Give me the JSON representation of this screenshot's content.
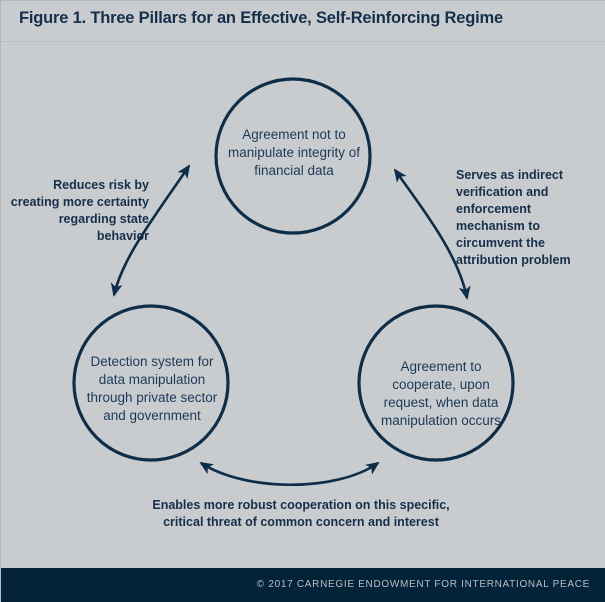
{
  "header": {
    "title": "Figure 1. Three Pillars for an Effective, Self-Reinforcing Regime"
  },
  "colors": {
    "background": "#c9ccce",
    "navy": "#0d2d49",
    "node_text": "#1b3a58",
    "annotation": "#16304b",
    "footer_bg": "#032338",
    "footer_text": "#b7bfc6"
  },
  "diagram": {
    "type": "cycle",
    "nodes": [
      {
        "id": "top",
        "label": "Agreement not to manipulate integrity of financial data"
      },
      {
        "id": "left",
        "label": "Detection system for data manipulation through private sector and government"
      },
      {
        "id": "right",
        "label": "Agreement to cooperate, upon request, when data manipulation occurs"
      }
    ],
    "connectors": [
      {
        "id": "left-connector",
        "between": [
          "left",
          "top"
        ],
        "arrowheads": "both",
        "label": "Reduces risk by creating more certainty regarding state behavior"
      },
      {
        "id": "right-connector",
        "between": [
          "top",
          "right"
        ],
        "arrowheads": "both",
        "label": "Serves as indirect verification and enforcement mechanism to circumvent the attribution problem"
      },
      {
        "id": "bottom-connector",
        "between": [
          "left",
          "right"
        ],
        "arrowheads": "both",
        "label": "Enables more robust cooperation on this specific, critical threat of common concern and interest"
      }
    ]
  },
  "footer": {
    "copyright": "© 2017 CARNEGIE ENDOWMENT FOR INTERNATIONAL PEACE"
  }
}
